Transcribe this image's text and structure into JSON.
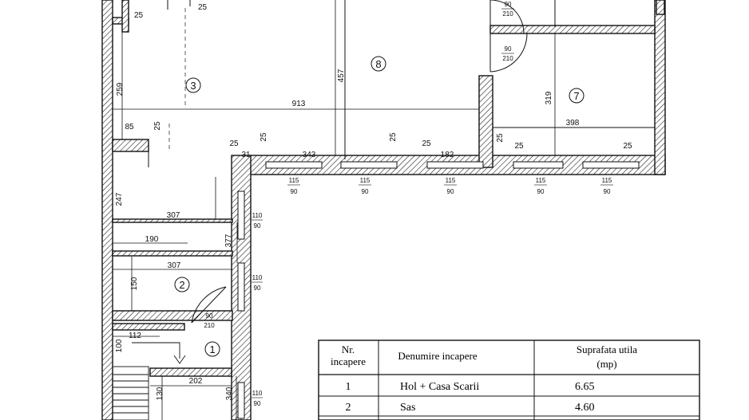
{
  "plan": {
    "rooms": [
      {
        "id": "r1",
        "label": "1"
      },
      {
        "id": "r2",
        "label": "2"
      },
      {
        "id": "r3",
        "label": "3"
      },
      {
        "id": "r7",
        "label": "7"
      },
      {
        "id": "r8",
        "label": "8"
      }
    ],
    "dimensions": {
      "d25a": "25",
      "d25b": "25",
      "d259": "259",
      "d913": "913",
      "d85": "85",
      "d25c": "25",
      "d457": "457",
      "d319": "319",
      "d398": "398",
      "d25d": "25",
      "d31": "31",
      "d343": "343",
      "d25e": "25",
      "d25f": "25",
      "d182": "182",
      "d25g": "25",
      "d25h": "25",
      "d25i": "25",
      "d247": "247",
      "d307a": "307",
      "d190": "190",
      "d377": "377",
      "d307b": "307",
      "d150": "150",
      "d112": "112",
      "d100": "100",
      "d202": "202",
      "d130": "130",
      "d340": "340"
    },
    "windows": {
      "w1t": "115",
      "w1b": "90",
      "w2t": "115",
      "w2b": "90",
      "w3t": "115",
      "w3b": "90",
      "w4t": "115",
      "w4b": "90",
      "w5t": "115",
      "w5b": "90",
      "v1t": "110",
      "v1b": "90",
      "v2t": "110",
      "v2b": "90",
      "v3t": "110",
      "v3b": "90"
    },
    "doors": {
      "dr1t": "90",
      "dr1b": "210",
      "dr2t": "90",
      "dr2b": "210",
      "dr3t": "90",
      "dr3b": "210"
    }
  },
  "table": {
    "headers": {
      "nr_line1": "Nr.",
      "nr_line2": "incapere",
      "name": "Denumire incapere",
      "area_line1": "Suprafata utila",
      "area_line2": "(mp)"
    },
    "rows": [
      {
        "nr": "1",
        "name": "Hol + Casa Scarii",
        "area": "6.65"
      },
      {
        "nr": "2",
        "name": "Sas",
        "area": "4.60"
      }
    ]
  }
}
